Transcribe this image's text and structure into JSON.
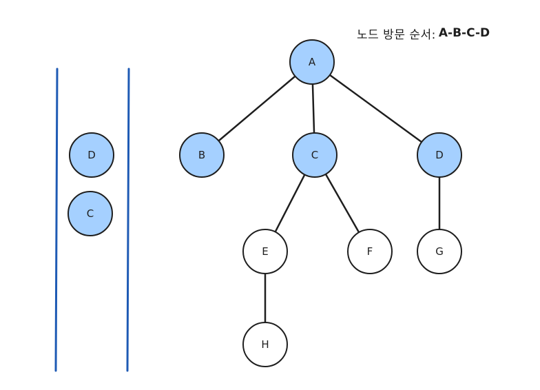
{
  "caption": {
    "prefix": "노드 방문 순서:",
    "order": "A-B-C-D"
  },
  "colors": {
    "visited_fill": "#a5d0ff",
    "unvisited_fill": "#ffffff",
    "stroke": "#1e1e1e",
    "stack_wall": "#1e5ab4"
  },
  "stack": {
    "items": [
      "D",
      "C"
    ]
  },
  "tree": {
    "nodes": [
      {
        "id": "A",
        "label": "A",
        "visited": true
      },
      {
        "id": "B",
        "label": "B",
        "visited": true
      },
      {
        "id": "C",
        "label": "C",
        "visited": true
      },
      {
        "id": "D",
        "label": "D",
        "visited": true
      },
      {
        "id": "E",
        "label": "E",
        "visited": false
      },
      {
        "id": "F",
        "label": "F",
        "visited": false
      },
      {
        "id": "G",
        "label": "G",
        "visited": false
      },
      {
        "id": "H",
        "label": "H",
        "visited": false
      }
    ],
    "edges": [
      [
        "A",
        "B"
      ],
      [
        "A",
        "C"
      ],
      [
        "A",
        "D"
      ],
      [
        "C",
        "E"
      ],
      [
        "C",
        "F"
      ],
      [
        "D",
        "G"
      ],
      [
        "E",
        "H"
      ]
    ]
  }
}
